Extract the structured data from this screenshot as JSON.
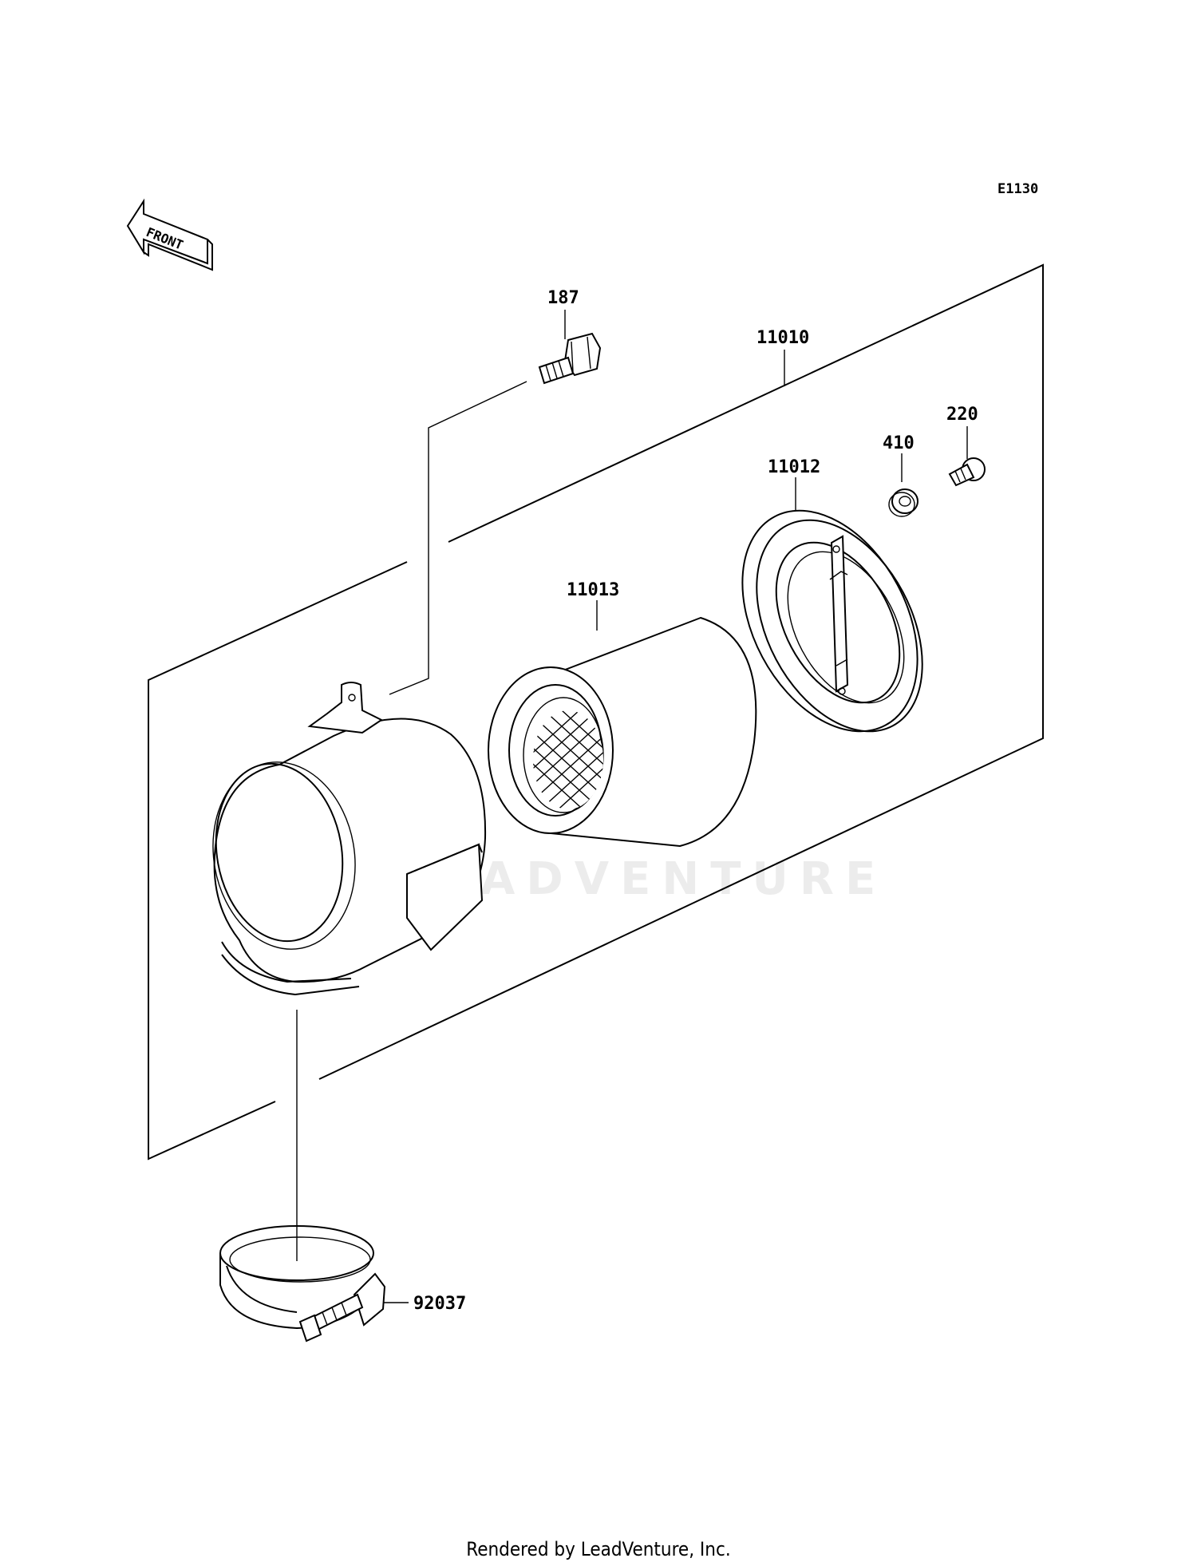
{
  "diagram_code": "E1130",
  "front_arrow_text": "FRONT",
  "watermark": "LEADVENTURE",
  "footer": "Rendered by LeadVenture, Inc.",
  "callouts": {
    "bolt": "187",
    "assembly": "11010",
    "washer": "410",
    "screw": "220",
    "cover": "11012",
    "element": "11013",
    "clamp": "92037"
  },
  "colors": {
    "line": "#000000",
    "background": "#ffffff"
  }
}
